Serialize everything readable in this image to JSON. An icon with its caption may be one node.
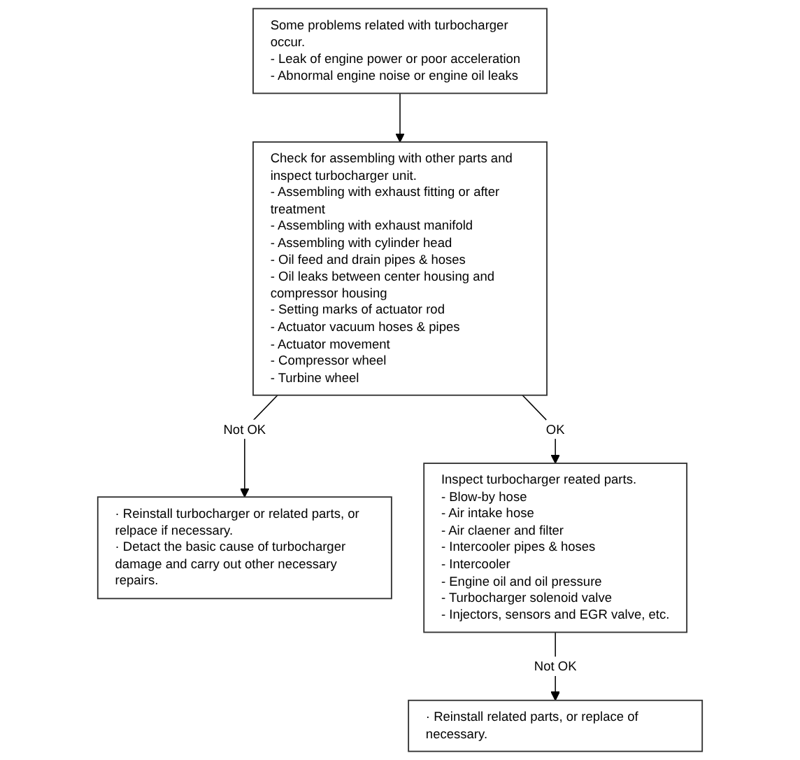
{
  "diagram": {
    "nodes": [
      {
        "text": [
          "Some problems related with turbocharger occur.",
          "- Leak of engine power or poor acceleration",
          "- Abnormal engine noise or engine oil leaks"
        ]
      },
      {
        "text": [
          "Check for assembling with other parts and inspect turbocharger unit.",
          "- Assembling with exhaust fitting or after treatment",
          "- Assembling with exhaust manifold",
          "- Assembling with cylinder head",
          "- Oil feed and drain pipes & hoses",
          "- Oil leaks between center housing and compressor housing",
          "- Setting marks of actuator rod",
          "- Actuator vacuum hoses & pipes",
          "- Actuator movement",
          "- Compressor wheel",
          "- Turbine wheel"
        ]
      },
      {
        "text": [
          "· Reinstall turbocharger or related parts, or relpace if necessary.",
          "· Detact the basic cause of turbocharger damage and carry out other necessary repairs."
        ]
      },
      {
        "text": [
          "Inspect turbocharger reated parts.",
          "- Blow-by hose",
          "- Air intake hose",
          "- Air claener and filter",
          "- Intercooler pipes & hoses",
          "- Intercooler",
          "- Engine oil and oil pressure",
          "- Turbocharger solenoid valve",
          "- Injectors, sensors and EGR valve, etc."
        ]
      },
      {
        "text": [
          "· Reinstall related parts, or replace of necessary."
        ]
      }
    ],
    "edges": [
      {
        "from": 0,
        "to": 1,
        "arrow": "to"
      },
      {
        "from": 1,
        "to": 2,
        "arrow": "to",
        "label": "Not OK"
      },
      {
        "from": 1,
        "to": 3,
        "arrow": "to",
        "label": "OK"
      },
      {
        "from": 3,
        "to": 4,
        "arrow": "to",
        "label": "Not OK"
      }
    ]
  }
}
